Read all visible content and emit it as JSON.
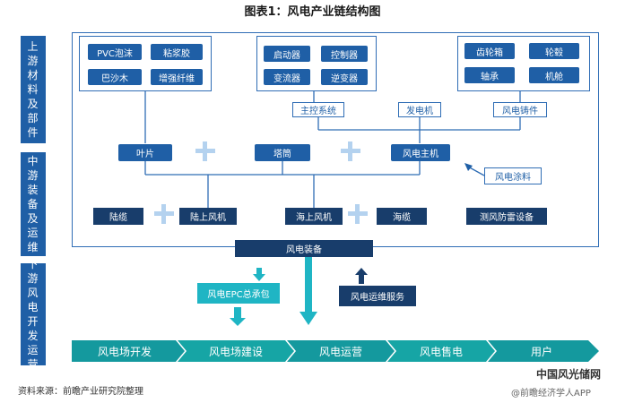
{
  "title": "图表1：风电产业链结构图",
  "sections": {
    "upstream": "上游材料及部件",
    "midstream": "中游装备及运维",
    "downstream": "下游风电开发运营"
  },
  "upstream": {
    "blade_materials": [
      "PVC泡沫",
      "粘浆胶",
      "巴沙木",
      "增强纤维"
    ],
    "control_parts": [
      "启动器",
      "控制器",
      "变流器",
      "逆变器"
    ],
    "main_parts": [
      "齿轮箱",
      "轮毂",
      "轴承",
      "机舱"
    ],
    "main_control": "主控系统",
    "generator": "发电机",
    "castings": "风电铸件"
  },
  "midstream": {
    "blade": "叶片",
    "tower": "塔筒",
    "main_unit": "风电主机",
    "coating": "风电涂料",
    "land_cable": "陆缆",
    "onshore": "陆上风机",
    "offshore": "海上风机",
    "sea_cable": "海缆",
    "lightning": "测风防雷设备",
    "equipment": "风电装备"
  },
  "downstream": {
    "epc": "风电EPC总承包",
    "om": "风电运维服务",
    "stages": [
      "风电场开发",
      "风电场建设",
      "风电运营",
      "风电售电",
      "用户"
    ]
  },
  "source": "资料来源：前瞻产业研究院整理",
  "watermark": {
    "site": "中国风光储网",
    "account": "@前瞻经济学人APP"
  },
  "colors": {
    "dark_blue": "#1f5fa6",
    "navy": "#183d6b",
    "cyan": "#1fb5c4",
    "teal_arrow": "#15a3a3"
  }
}
